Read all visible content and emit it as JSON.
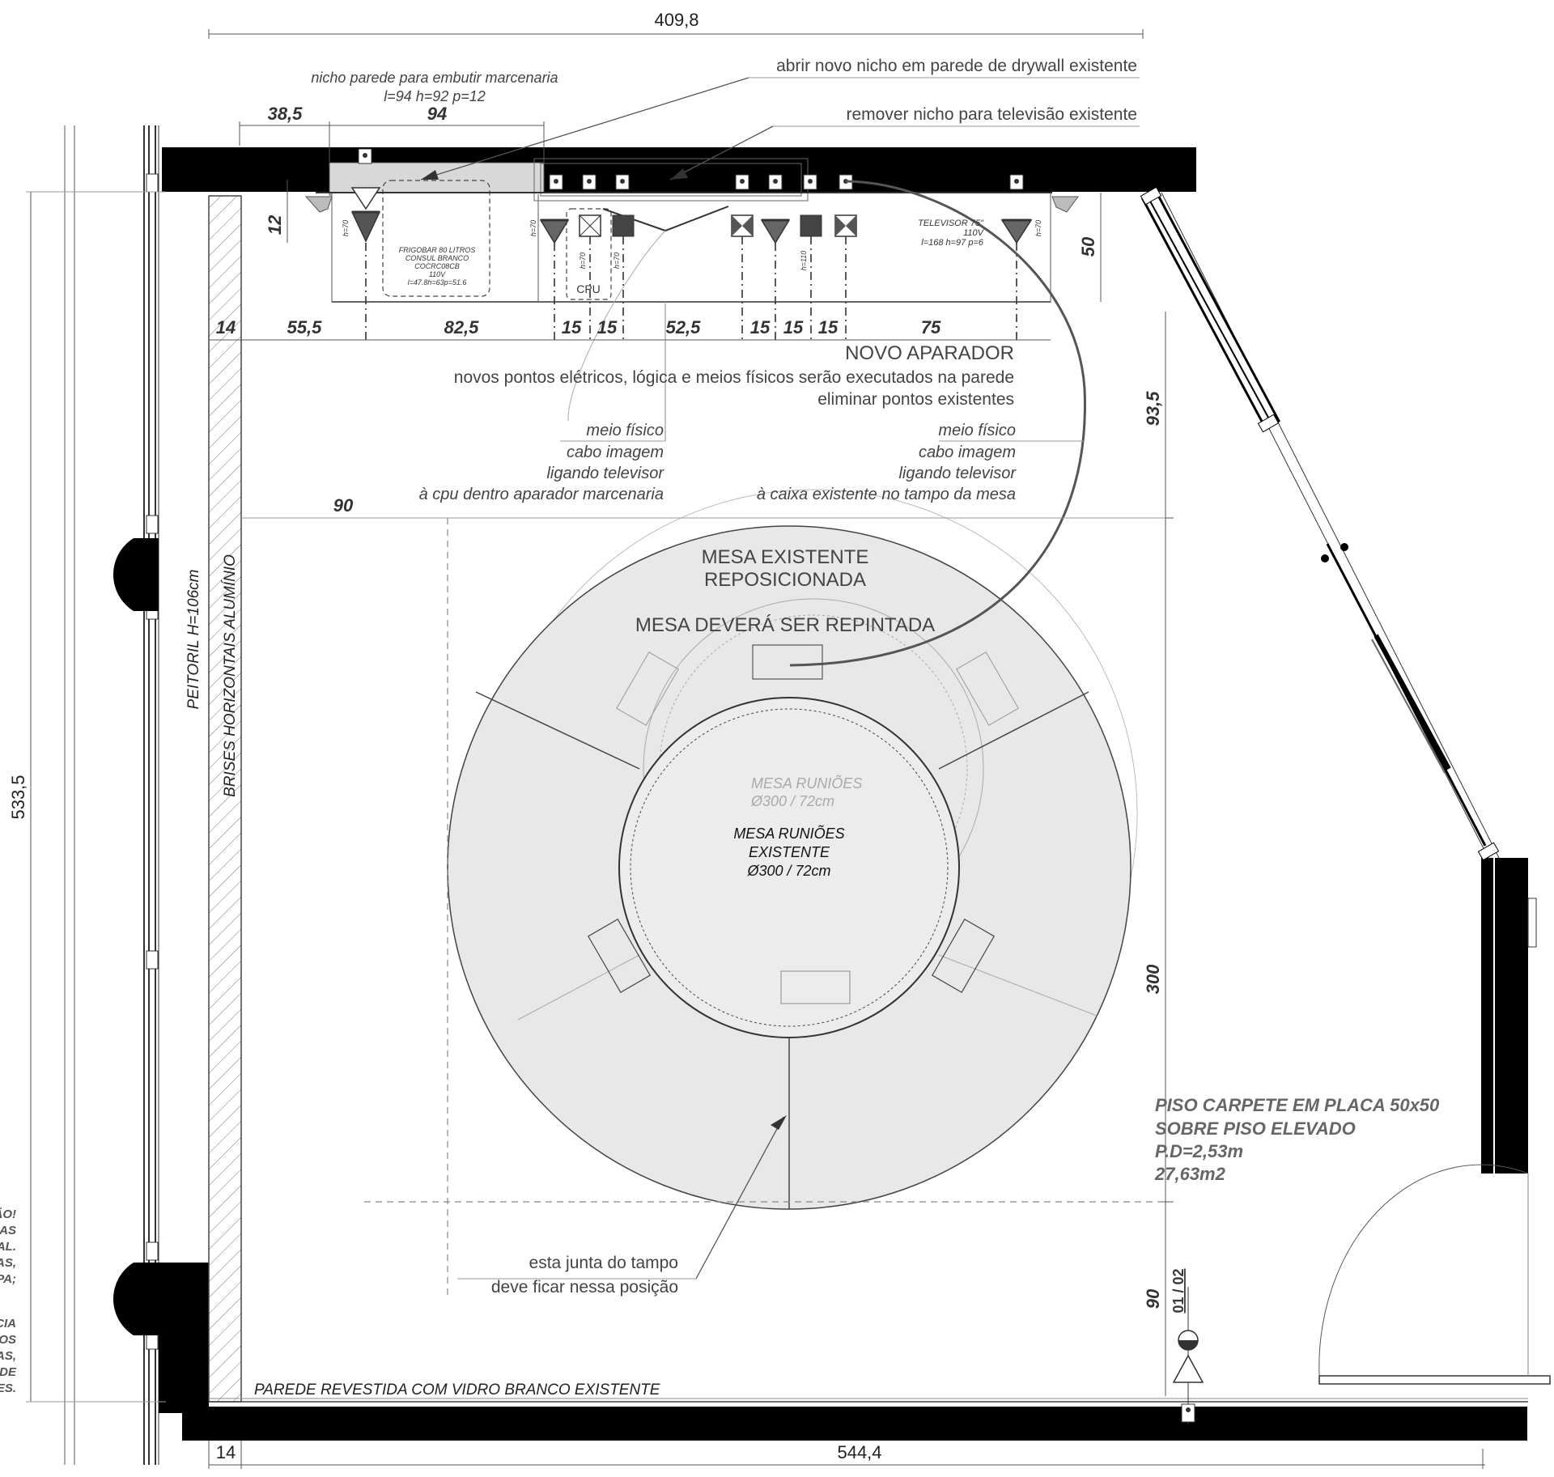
{
  "dimensions": {
    "top_total": "409,8",
    "niche_left": "38,5",
    "niche_width": "94",
    "cabinet_depth": "12",
    "cabinet_height": "50",
    "row": [
      "14",
      "55,5",
      "82,5",
      "15",
      "15",
      "52,5",
      "15",
      "15",
      "15",
      "75"
    ],
    "table_offset_x": "90",
    "right_top": "93,5",
    "right_mid": "300",
    "right_bottom": "90",
    "left_total": "533,5",
    "bottom_wall": "14",
    "bottom_total": "544,4"
  },
  "notes": {
    "niche_line1": "nicho parede para embutir marcenaria",
    "niche_line2": "l=94 h=92 p=12",
    "open_niche": "abrir novo nicho em parede de drywall existente",
    "remove_niche": "remover nicho para televisão existente",
    "aparador_title": "NOVO APARADOR",
    "aparador_line1": "novos pontos elétricos, lógica e meios físicos serão executados na parede",
    "aparador_line2": "eliminar pontos existentes",
    "cable_left": [
      "meio físico",
      "cabo imagem",
      "ligando televisor",
      "à cpu dentro aparador marcenaria"
    ],
    "cable_right": [
      "meio físico",
      "cabo imagem",
      "ligando televisor",
      "à caixa existente no tampo da mesa"
    ],
    "table_line1": "MESA EXISTENTE",
    "table_line2": "REPOSICIONADA",
    "table_repaint": "MESA DEVERÁ SER REPINTADA",
    "joint_line1": "esta junta  do tampo",
    "joint_line2": "deve ficar nessa posição",
    "peitoril": "PEITORIL H=106cm",
    "brises": "BRISES HORIZONTAIS ALUMÍNIO",
    "glass_wall": "PAREDE REVESTIDA COM VIDRO BRANCO EXISTENTE",
    "floor_line1": "PISO CARPETE EM PLACA 50x50",
    "floor_line2": "SOBRE PISO ELEVADO",
    "floor_line3": "P.D=2,53m",
    "floor_line4": "27,63m2",
    "section_ref": "01 / 02",
    "left_edge_fragments": [
      "ÃO!",
      "AS",
      "AL.",
      "AS,",
      "PA;",
      "CIA",
      "OS",
      "AS,",
      "DE",
      "ES."
    ]
  },
  "equipment": {
    "fridge": [
      "FRIGOBAR 80 LITROS",
      "CONSUL BRANCO",
      "COCRC08CB",
      "110V",
      "l=47.8h=63p=51.6"
    ],
    "cpu": "CPU",
    "tv": [
      "TELEVISOR 75\"",
      "110V",
      "l=168 h=97 p=6"
    ],
    "heights": [
      "h=70",
      "h=70",
      "h=70",
      "h=70",
      "h=110",
      "h=70"
    ]
  },
  "table": {
    "ghost_line1": "MESA RUNIÕES",
    "ghost_line2": "Ø300 / 72cm",
    "line1": "MESA RUNIÕES",
    "line2": "EXISTENTE",
    "line3": "Ø300 / 72cm"
  }
}
